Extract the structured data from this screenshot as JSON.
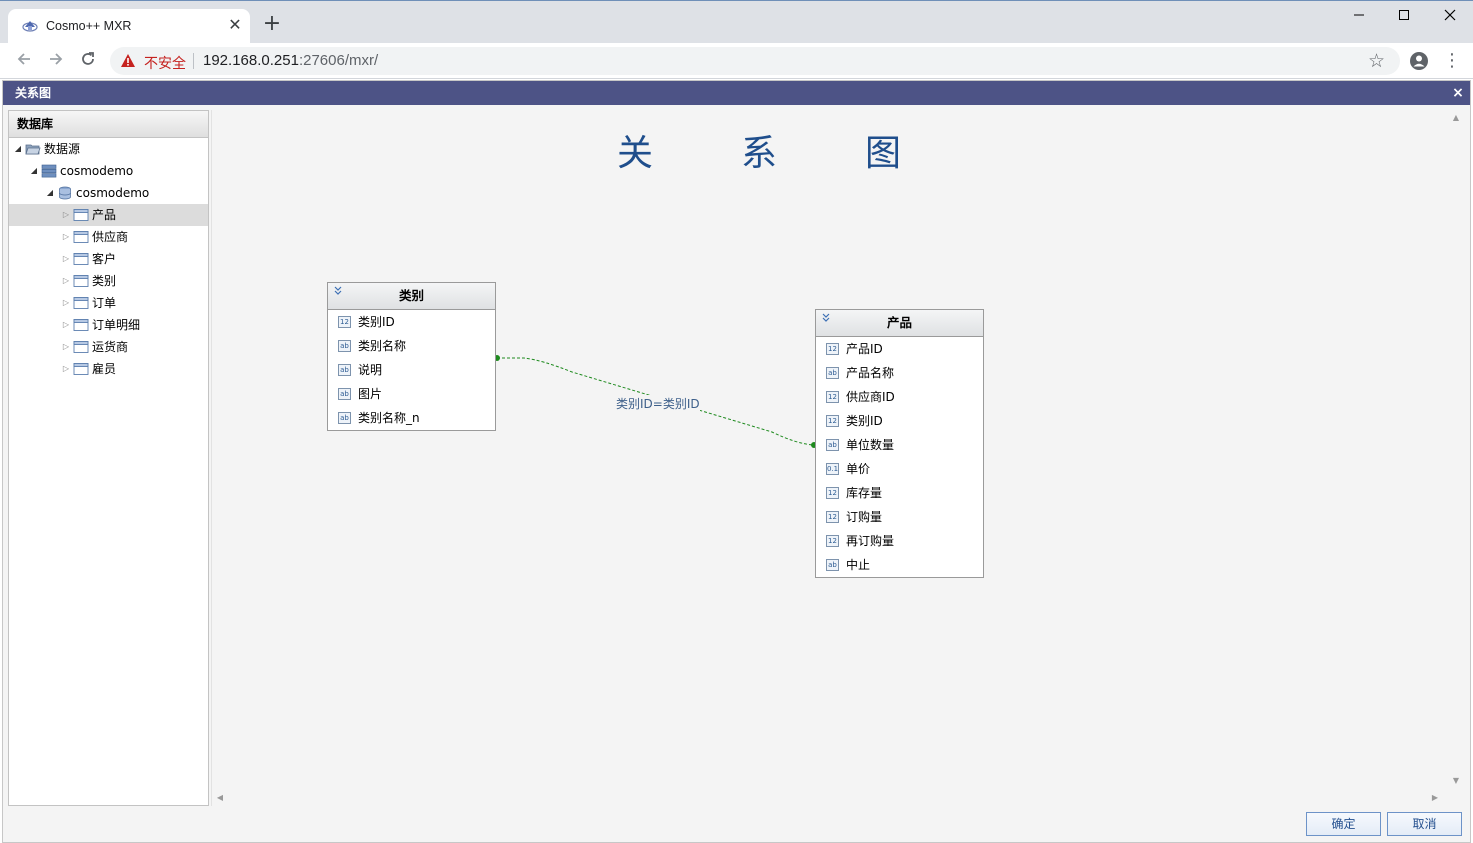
{
  "browser": {
    "tab_title": "Cosmo++ MXR",
    "tab_close": "✕",
    "new_tab": "+",
    "security_label": "不安全",
    "url_host": "192.168.0.251",
    "url_rest": ":27606/mxr/"
  },
  "dialog": {
    "title": "关系图",
    "close": "×",
    "ok_button": "确定",
    "cancel_button": "取消"
  },
  "sidebar": {
    "header": "数据库",
    "root": "数据源",
    "server": "cosmodemo",
    "database": "cosmodemo",
    "tables": [
      "产品",
      "供应商",
      "客户",
      "类别",
      "订单",
      "订单明细",
      "运货商",
      "雇员"
    ],
    "selected_table": "产品"
  },
  "diagram": {
    "title": "关系图",
    "title_chars": [
      "关",
      "系",
      "图"
    ],
    "relation_label": "类别ID=类别ID",
    "relation_color": "#1e8a1e",
    "entities": [
      {
        "name": "类别",
        "fields": [
          {
            "label": "类别ID",
            "type": "12"
          },
          {
            "label": "类别名称",
            "type": "ab"
          },
          {
            "label": "说明",
            "type": "ab"
          },
          {
            "label": "图片",
            "type": "ab"
          },
          {
            "label": "类别名称_n",
            "type": "ab"
          }
        ]
      },
      {
        "name": "产品",
        "fields": [
          {
            "label": "产品ID",
            "type": "12"
          },
          {
            "label": "产品名称",
            "type": "ab"
          },
          {
            "label": "供应商ID",
            "type": "12"
          },
          {
            "label": "类别ID",
            "type": "12"
          },
          {
            "label": "单位数量",
            "type": "ab"
          },
          {
            "label": "单价",
            "type": "0.1"
          },
          {
            "label": "库存量",
            "type": "12"
          },
          {
            "label": "订购量",
            "type": "12"
          },
          {
            "label": "再订购量",
            "type": "12"
          },
          {
            "label": "中止",
            "type": "ab"
          }
        ]
      }
    ]
  },
  "colors": {
    "dialog_title_bar": "#4d5386",
    "diagram_title": "#1f4e8c",
    "warning": "#c5221f"
  }
}
